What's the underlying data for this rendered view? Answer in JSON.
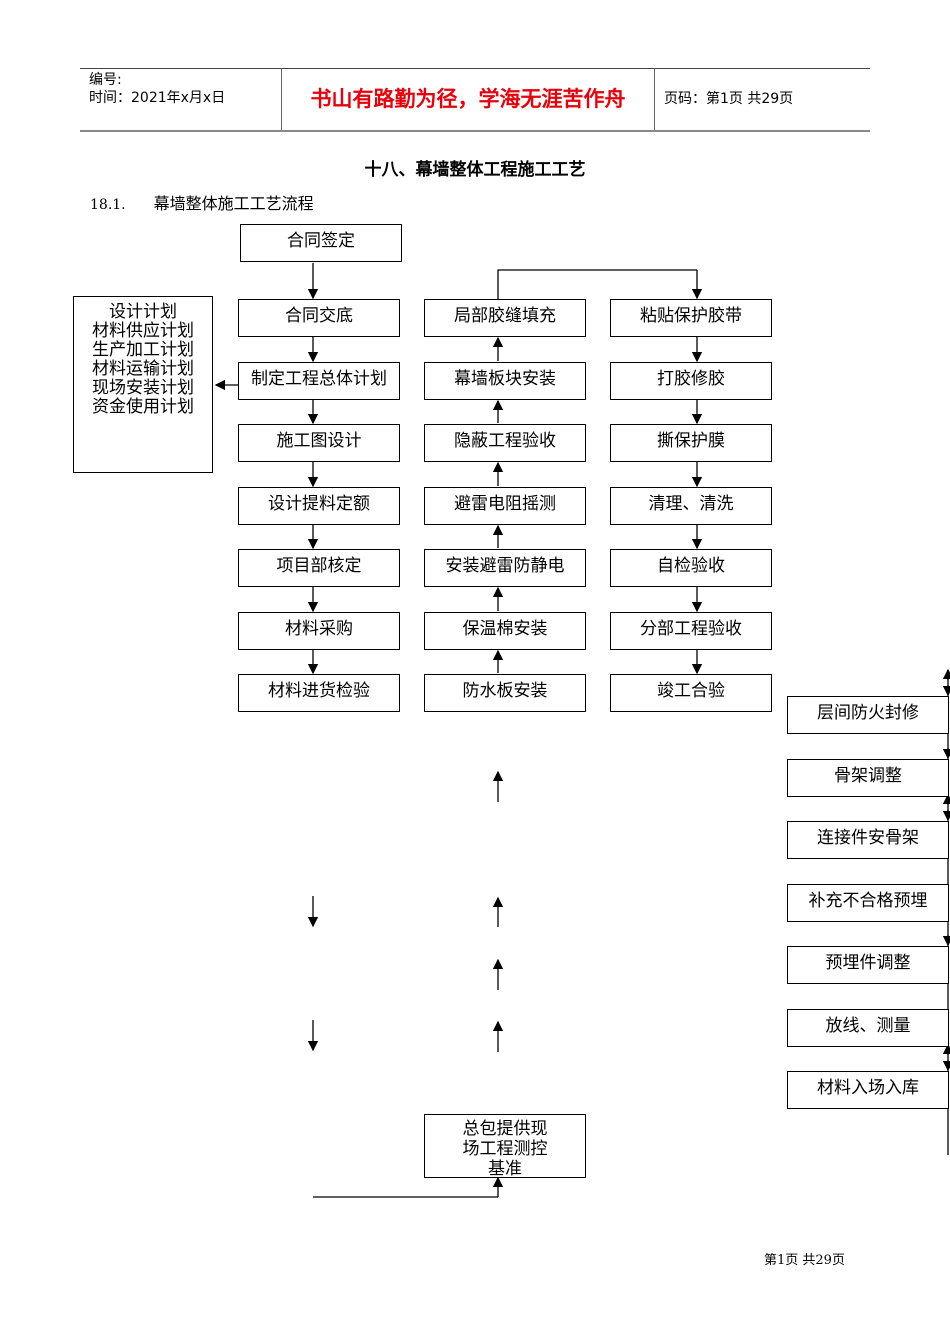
{
  "header": {
    "number_label": "编号:",
    "date_label": "时间：2021年x月x日",
    "motto": "书山有路勤为径，学海无涯苦作舟",
    "page_label": "页码：第1页 共29页"
  },
  "title": "十八、幕墙整体工程施工工艺",
  "section": {
    "num": "18.1.",
    "text": "幕墙整体施工工艺流程"
  },
  "plan_box": [
    "设计计划",
    "材料供应计划",
    "生产加工计划",
    "材料运输计划",
    "现场安装计划",
    "资金使用计划"
  ],
  "col1": [
    "合同签定",
    "合同交底",
    "制定工程总体计划",
    "施工图设计",
    "设计提料定额",
    "项目部核定",
    "材料采购",
    "材料进货检验"
  ],
  "col2": [
    "局部胶缝填充",
    "幕墙板块安装",
    "隐蔽工程验收",
    "避雷电阻摇测",
    "安装避雷防静电",
    "保温棉安装",
    "防水板安装"
  ],
  "col3": [
    "粘贴保护胶带",
    "打胶修胶",
    "撕保护膜",
    "清理、清洗",
    "自检验收",
    "分部工程验收",
    "竣工合验"
  ],
  "col4": [
    "层间防火封修",
    "骨架调整",
    "连接件安骨架",
    "补充不合格预埋",
    "预埋件调整",
    "放线、测量",
    "材料入场入库"
  ],
  "bottom_box": "总包提供现场工程测控基准",
  "footer": "第1页 共29页"
}
